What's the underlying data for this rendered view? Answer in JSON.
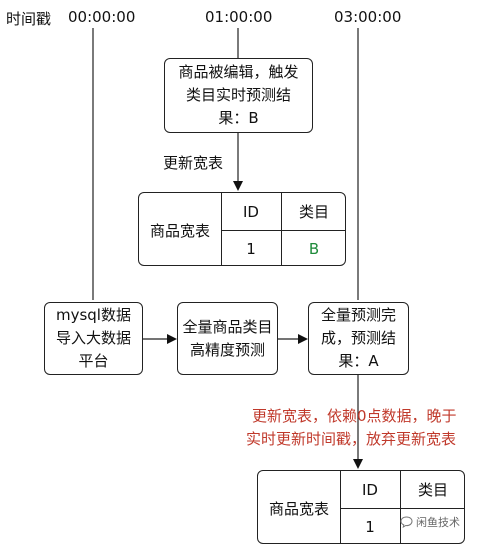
{
  "timeline": {
    "label": "时间戳",
    "t0": "00:00:00",
    "t1": "01:00:00",
    "t3": "03:00:00"
  },
  "edit_box": {
    "lines": [
      "商品被编辑，触发",
      "类目实时预测结",
      "果：B"
    ]
  },
  "update_label": "更新宽表",
  "table_top": {
    "name": "商品宽表",
    "headers": [
      "ID",
      "类目"
    ],
    "row": [
      "1",
      "B"
    ],
    "value_color": "#1e8b3a"
  },
  "flow": {
    "import_box": [
      "mysql数据",
      "导入大数据",
      "平台"
    ],
    "predict_box": [
      "全量商品类目",
      "高精度预测"
    ],
    "done_box": [
      "全量预测完",
      "成，预测结",
      "果：A"
    ]
  },
  "note": {
    "lines": [
      "更新宽表，依赖0点数据，晚于",
      "实时更新时间戳，放弃更新宽表"
    ],
    "color": "#c0392b"
  },
  "table_bottom": {
    "name": "商品宽表",
    "headers": [
      "ID",
      "类目"
    ],
    "row": [
      "1",
      ""
    ]
  },
  "watermark": {
    "icon": "chat-bubble-icon",
    "text": "闲鱼技术"
  }
}
